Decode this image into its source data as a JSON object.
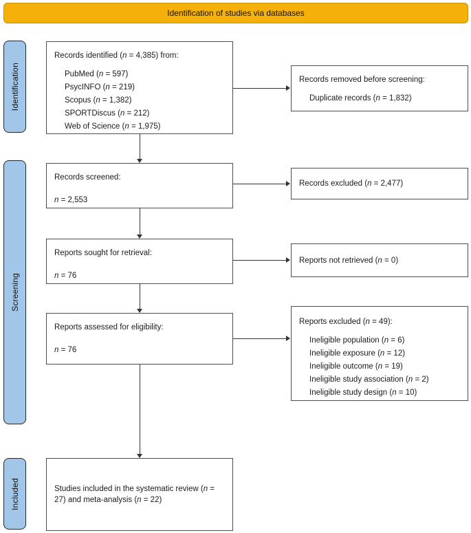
{
  "colors": {
    "banner_bg": "#F5B10A",
    "banner_border": "#C78F00",
    "stage_bg": "#A2C6E8",
    "stage_border": "#262626",
    "box_border": "#4D4D4D",
    "line": "#333333",
    "text": "#1A1A1A"
  },
  "banner": {
    "title": "Identification of studies via databases"
  },
  "stages": {
    "identification": "Identification",
    "screening": "Screening",
    "included": "Included"
  },
  "boxes": {
    "records_identified": {
      "title": "Records identified (n = 4,385) from:",
      "items": [
        "PubMed (n = 597)",
        "PsycINFO (n = 219)",
        "Scopus (n = 1,382)",
        "SPORTDiscus (n = 212)",
        "Web of Science (n = 1,975)"
      ]
    },
    "records_removed": {
      "title": "Records removed before screening:",
      "items": [
        "Duplicate records (n = 1,832)"
      ]
    },
    "records_screened": {
      "title": "Records screened:",
      "count": "n = 2,553"
    },
    "records_excluded": {
      "title": "Records excluded (n = 2,477)"
    },
    "reports_sought": {
      "title": "Reports sought for retrieval:",
      "count": "n = 76"
    },
    "reports_not_retrieved": {
      "title": "Reports not retrieved (n = 0)"
    },
    "reports_assessed": {
      "title": "Reports assessed for eligibility:",
      "count": "n = 76"
    },
    "reports_excluded": {
      "title": "Reports excluded (n = 49):",
      "items": [
        "Ineligible population (n = 6)",
        "Ineligible exposure (n = 12)",
        "Ineligible outcome (n = 19)",
        "Ineligible study association (n = 2)",
        "Ineligible study design (n = 10)"
      ]
    },
    "studies_included": {
      "title": "Studies included in the systematic review (n = 27) and meta-analysis (n = 22)"
    }
  }
}
